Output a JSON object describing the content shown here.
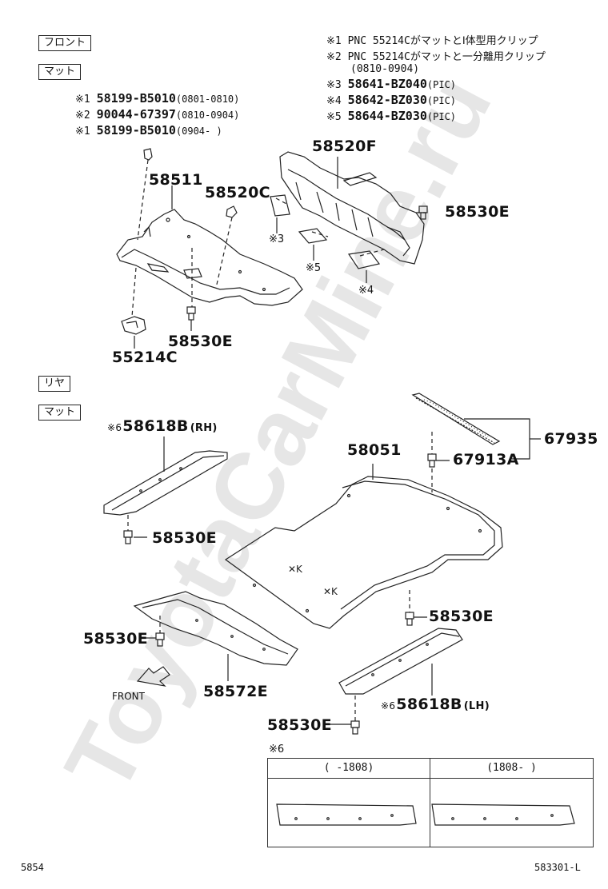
{
  "front_section": {
    "label_front": "フロント",
    "label_mat": "マット",
    "notes_left": [
      {
        "mark": "※1",
        "part": "58199-B5010",
        "range": "(0801-0810)"
      },
      {
        "mark": "※2",
        "part": "90044-67397",
        "range": "(0810-0904)"
      },
      {
        "mark": "※1",
        "part": "58199-B5010",
        "range": "(0904-      )"
      }
    ],
    "notes_right": [
      {
        "mark": "※1",
        "text": "PNC 55214CがマットとⅠ体型用クリップ"
      },
      {
        "mark": "※2",
        "text": "PNC 55214Cがマットと一分離用クリップ"
      },
      {
        "mark": "",
        "text": "(0810-0904)"
      },
      {
        "mark": "※3",
        "part": "58641-BZ040",
        "suffix": "(PIC)"
      },
      {
        "mark": "※4",
        "part": "58642-BZ030",
        "suffix": "(PIC)"
      },
      {
        "mark": "※5",
        "part": "58644-BZ030",
        "suffix": "(PIC)"
      }
    ],
    "parts": {
      "p58511": "58511",
      "p58520C": "58520C",
      "p58520F": "58520F",
      "p58530E_a": "58530E",
      "p58530E_b": "58530E",
      "p55214C": "55214C",
      "mk3": "※3",
      "mk4": "※4",
      "mk5": "※5"
    }
  },
  "rear_section": {
    "label_rear": "リヤ",
    "label_mat": "マット",
    "parts": {
      "p58618B_rh_mark": "※6",
      "p58618B_rh": "58618B",
      "p58618B_rh_side": "(RH)",
      "p58051": "58051",
      "p67935": "67935",
      "p67913A": "67913A",
      "p58530E_1": "58530E",
      "p58530E_2": "58530E",
      "p58530E_3": "58530E",
      "p58530E_4": "58530E",
      "p58572E": "58572E",
      "p58618B_lh_mark": "※6",
      "p58618B_lh": "58618B",
      "p58618B_lh_side": "(LH)",
      "front_arrow": "FRONT"
    }
  },
  "table": {
    "mark": "※6",
    "col1": "(     -1808)",
    "col2": "(1808-      )"
  },
  "footer": {
    "page": "5854",
    "code": "583301-L"
  },
  "watermark": "ToyotaCarMine.ru"
}
